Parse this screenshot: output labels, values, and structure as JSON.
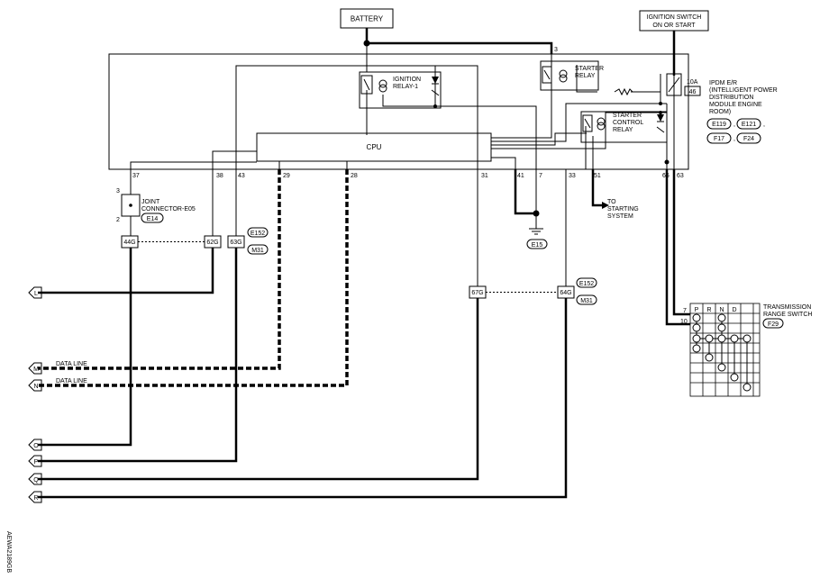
{
  "battery": "BATTERY",
  "ignition_switch": [
    "IGNITION SWITCH",
    "ON OR START"
  ],
  "ipdm": {
    "title_lines": [
      "IPDM E/R",
      "(INTELLIGENT POWER",
      "DISTRIBUTION",
      "MODULE ENGINE",
      "ROOM)"
    ],
    "connectors": [
      "E119",
      "E121",
      "F17",
      "F24"
    ]
  },
  "fuse": {
    "amps": "10A",
    "number": "46"
  },
  "relays": {
    "ignition": [
      "IGNITION",
      "RELAY-1"
    ],
    "starter": [
      "STARTER",
      "RELAY"
    ],
    "starter_control": [
      "STARTER",
      "CONTROL",
      "RELAY"
    ]
  },
  "cpu": "CPU",
  "pins": {
    "p37": "37",
    "p38": "38",
    "p43": "43",
    "p29": "29",
    "p28": "28",
    "p31": "31",
    "p41": "41",
    "p7": "7",
    "p33": "33",
    "p51": "51",
    "p66": "66",
    "p63": "63",
    "p3": "3"
  },
  "joint_connector": {
    "lines": [
      "JOINT",
      "CONNECTOR-E05"
    ],
    "pin_top": "3",
    "pin_bottom": "2",
    "connector": "E14"
  },
  "splices": {
    "s44g": "44G",
    "s62g": "62G",
    "s63g": "63G",
    "s67g": "67G",
    "s64g": "64G"
  },
  "harness_refs": {
    "a_top": "E152",
    "a_bottom": "M31",
    "b_top": "E152",
    "b_bottom": "M31"
  },
  "ground": {
    "connector": "E15"
  },
  "to_starting": [
    "TO",
    "STARTING",
    "SYSTEM"
  ],
  "data_line_label": "DATA LINE",
  "terminals": [
    "L",
    "M",
    "N",
    "O",
    "P",
    "Q",
    "R"
  ],
  "trs": {
    "title_lines": [
      "TRANSMISSION",
      "RANGE SWITCH"
    ],
    "connector": "F29",
    "pin_7": "7",
    "pin_10": "10",
    "columns": [
      "P",
      "R",
      "N",
      "D"
    ]
  },
  "figure_id": "AEWA2189GB"
}
